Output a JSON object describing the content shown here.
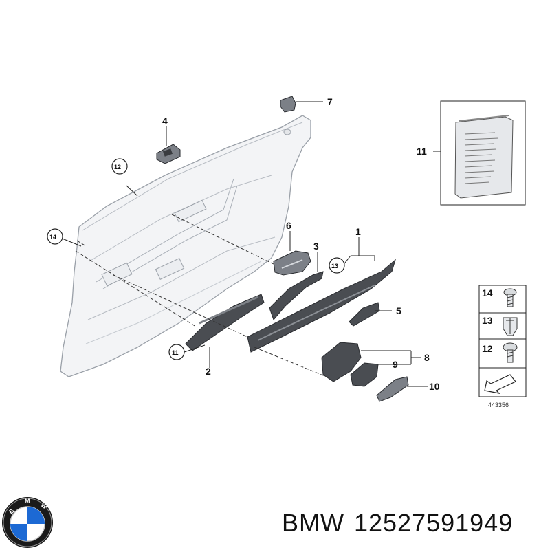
{
  "diagram": {
    "callouts": {
      "c1": "1",
      "c2": "2",
      "c3": "3",
      "c4": "4",
      "c5": "5",
      "c6": "6",
      "c7": "7",
      "c8": "8",
      "c9": "9",
      "c10": "10",
      "c11": "11",
      "circ11": "11",
      "circ12": "12",
      "circ13": "13",
      "circ14": "14"
    },
    "fastener_legend": {
      "f14": "14",
      "f13": "13",
      "f12": "12"
    },
    "reference_number": "443356"
  },
  "footer": {
    "brand": "BMW",
    "part_number": "12527591949"
  },
  "colors": {
    "panel": "#f3f4f6",
    "dark_trim": "#4a4d52",
    "logo_blue": "#1c69d4"
  }
}
